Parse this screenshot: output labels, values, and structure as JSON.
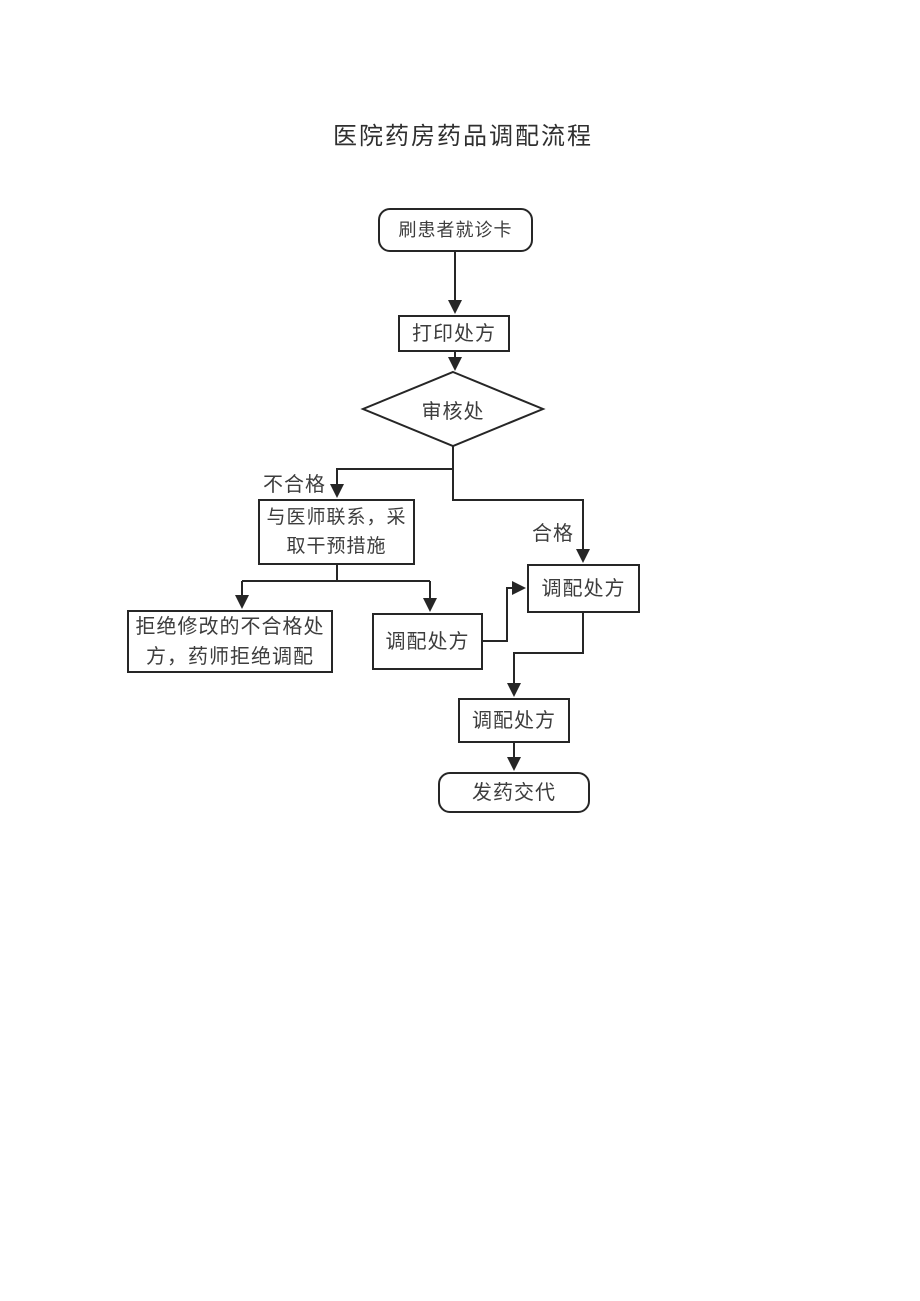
{
  "title": "医院药房药品调配流程",
  "flowchart": {
    "nodes": {
      "start": {
        "label": "刷患者就诊卡",
        "shape": "rounded"
      },
      "print": {
        "label": "打印处方",
        "shape": "rect"
      },
      "review": {
        "label": "审核处",
        "shape": "diamond"
      },
      "contact": {
        "line1": "与医师联系，采",
        "line2": "取干预措施",
        "shape": "rect"
      },
      "reject": {
        "line1": "拒绝修改的不合格处",
        "line2": "方，药师拒绝调配",
        "shape": "rect"
      },
      "dispense_mid": {
        "label": "调配处方",
        "shape": "rect"
      },
      "dispense_right": {
        "label": "调配处方",
        "shape": "rect"
      },
      "dispense_lower": {
        "label": "调配处方",
        "shape": "rect"
      },
      "end": {
        "label": "发药交代",
        "shape": "rounded"
      }
    },
    "edge_labels": {
      "fail": "不合格",
      "pass": "合格"
    },
    "colors": {
      "line": "#262626",
      "text": "#3d3d3d",
      "background": "#ffffff"
    }
  }
}
